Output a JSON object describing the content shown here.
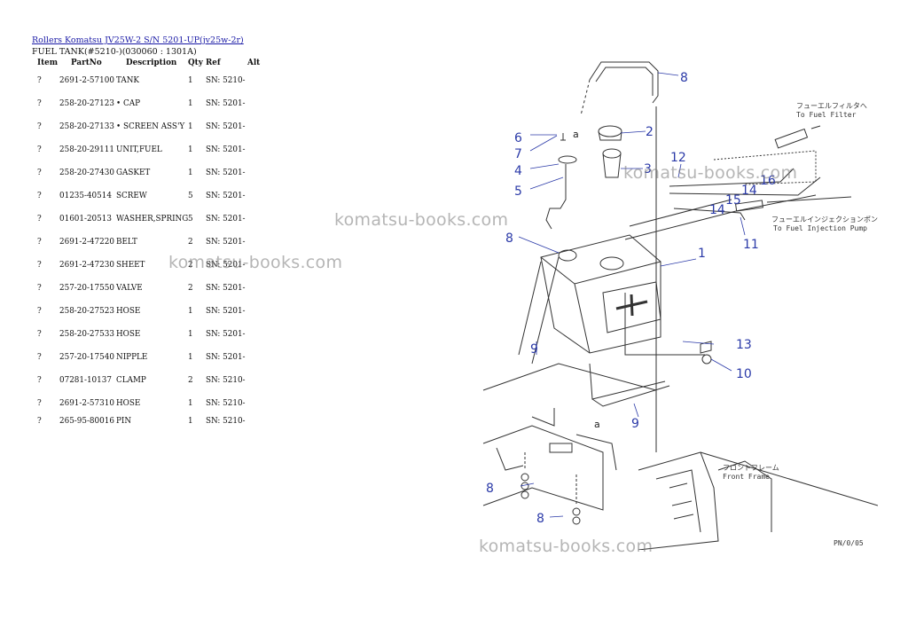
{
  "header": {
    "breadcrumb": "Rollers Komatsu JV25W-2 S/N 5201-UP(jv25w-2r)",
    "subtitle": "FUEL TANK(#5210-)(030060 : 1301A)"
  },
  "columns": {
    "item": "Item",
    "partno": "PartNo",
    "description": "Description",
    "qty": "Qty",
    "ref": "Ref",
    "alt": "Alt"
  },
  "parts": [
    {
      "item": "?",
      "partno": "2691-2-57100",
      "description": "TANK",
      "qty": "1",
      "ref": "SN: 5210-"
    },
    {
      "item": "?",
      "partno": "258-20-27123",
      "description": "• CAP",
      "qty": "1",
      "ref": "SN: 5201-"
    },
    {
      "item": "?",
      "partno": "258-20-27133",
      "description": "• SCREEN ASS'Y",
      "qty": "1",
      "ref": "SN: 5201-"
    },
    {
      "item": "?",
      "partno": "258-20-29111",
      "description": "UNIT,FUEL",
      "qty": "1",
      "ref": "SN: 5201-"
    },
    {
      "item": "?",
      "partno": "258-20-27430",
      "description": "GASKET",
      "qty": "1",
      "ref": "SN: 5201-"
    },
    {
      "item": "?",
      "partno": "01235-40514",
      "description": "SCREW",
      "qty": "5",
      "ref": "SN: 5201-"
    },
    {
      "item": "?",
      "partno": "01601-20513",
      "description": "WASHER,SPRING",
      "qty": "5",
      "ref": "SN: 5201-"
    },
    {
      "item": "?",
      "partno": "2691-2-47220",
      "description": "BELT",
      "qty": "2",
      "ref": "SN: 5201-"
    },
    {
      "item": "?",
      "partno": "2691-2-47230",
      "description": "SHEET",
      "qty": "2",
      "ref": "SN: 5201-"
    },
    {
      "item": "?",
      "partno": "257-20-17550",
      "description": "VALVE",
      "qty": "2",
      "ref": "SN: 5201-"
    },
    {
      "item": "?",
      "partno": "258-20-27523",
      "description": "HOSE",
      "qty": "1",
      "ref": "SN: 5201-"
    },
    {
      "item": "?",
      "partno": "258-20-27533",
      "description": "HOSE",
      "qty": "1",
      "ref": "SN: 5201-"
    },
    {
      "item": "?",
      "partno": "257-20-17540",
      "description": "NIPPLE",
      "qty": "1",
      "ref": "SN: 5201-"
    },
    {
      "item": "?",
      "partno": "07281-10137",
      "description": "CLAMP",
      "qty": "2",
      "ref": "SN: 5210-"
    },
    {
      "item": "?",
      "partno": "2691-2-57310",
      "description": "HOSE",
      "qty": "1",
      "ref": "SN: 5210-"
    },
    {
      "item": "?",
      "partno": "265-95-80016",
      "description": "PIN",
      "qty": "1",
      "ref": "SN: 5210-"
    }
  ],
  "watermark": "komatsu-books.com",
  "diagram": {
    "callouts": [
      "1",
      "2",
      "3",
      "4",
      "5",
      "6",
      "7",
      "8",
      "9",
      "10",
      "11",
      "12",
      "13",
      "14",
      "15",
      "16"
    ],
    "ref_letter": "a",
    "to_fuel_filter_jp": "フューエルフィルタへ",
    "to_fuel_filter": "To Fuel Filter",
    "to_injection_pump_jp": "フューエルインジェクションポンプへ",
    "to_injection_pump": "To Fuel Injection Pump",
    "front_frame_jp": "フロントフレーム",
    "front_frame": "Front Frame",
    "figure_code": "PN/0/05"
  }
}
